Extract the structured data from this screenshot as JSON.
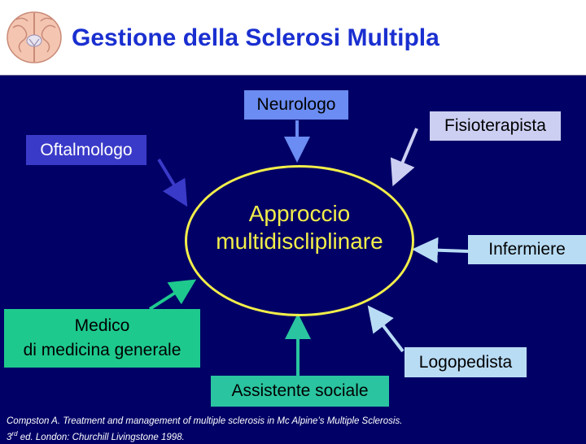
{
  "header": {
    "title": "Gestione della Sclerosi Multipla",
    "logo_icon": "brain-icon"
  },
  "diagram": {
    "center": {
      "line1": "Approccio",
      "line2": "multidiscliplinare"
    },
    "nodes": {
      "neurologo": "Neurologo",
      "fisioterapista": "Fisioterapista",
      "oftalmologo": "Oftalmologo",
      "infermiere": "Infermiere",
      "medico_line1": "Medico",
      "medico_line2": "di medicina generale",
      "logopedista": "Logopedista",
      "assistente": "Assistente sociale"
    },
    "colors": {
      "background": "#000066",
      "ellipse": "#f2ee4a",
      "neurologo": "#6b8cf2",
      "fisioterapista": "#cccff2",
      "oftalmologo": "#3a3ac9",
      "infermiere": "#b8dcf4",
      "medico": "#1ec98e",
      "logopedista": "#b9dcf5",
      "assistente": "#2ac4a0"
    }
  },
  "reference": {
    "line1": "Compston A. Treatment and management of multiple sclerosis in Mc Alpine’s Multiple Sclerosis.",
    "line2_num": "3",
    "line2_sup": "rd",
    "line2_rest": " ed. London: Churchill Livingstone 1998."
  }
}
